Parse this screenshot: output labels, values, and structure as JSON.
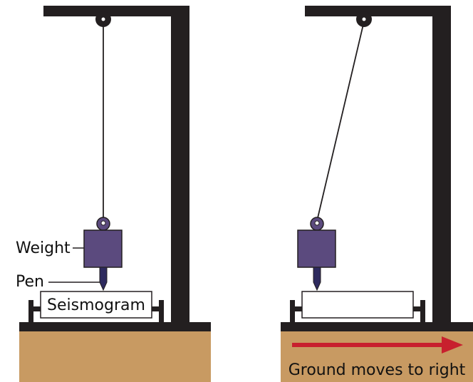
{
  "left": {
    "weight_label": "Weight",
    "pen_label": "Pen",
    "seismogram_label": "Seismogram"
  },
  "right": {
    "ground_label": "Ground moves to right"
  },
  "colors": {
    "frame": "#231f20",
    "weight": "#5b4a7e",
    "pen": "#2e2a5e",
    "ground": "#c89a62",
    "arrow": "#c8202e",
    "paper": "#ffffff"
  }
}
